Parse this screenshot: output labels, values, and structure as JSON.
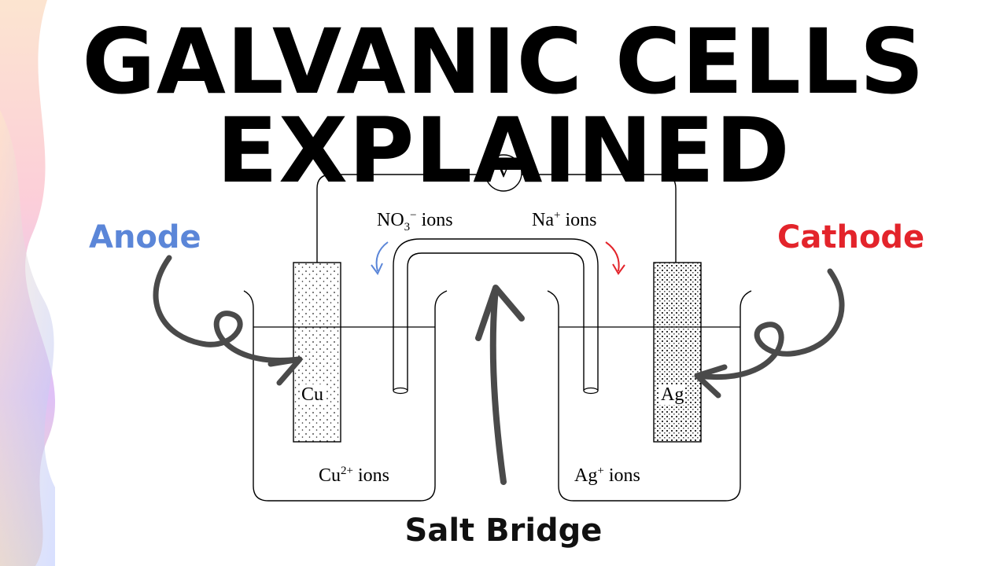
{
  "title": {
    "line1": "GALVANIC CELLS",
    "line2": "EXPLAINED"
  },
  "labels": {
    "anode": "Anode",
    "cathode": "Cathode",
    "salt_bridge": "Salt Bridge",
    "voltmeter": "V"
  },
  "electrodes": {
    "left_metal": "Cu",
    "right_metal": "Ag"
  },
  "ions": {
    "nitrate": {
      "base": "NO",
      "sub": "3",
      "sup": "−",
      "suffix": " ions"
    },
    "sodium": {
      "base": "Na",
      "sup": "+",
      "suffix": " ions"
    },
    "copper": {
      "base": "Cu",
      "sup": "2+",
      "suffix": " ions"
    },
    "silver": {
      "base": "Ag",
      "sup": "+",
      "suffix": " ions"
    }
  },
  "colors": {
    "anode": "#5b86d8",
    "cathode": "#e3242b",
    "arrow": "#4a4a4a",
    "nitrate_arrow": "#5b86d8",
    "sodium_arrow": "#e3242b"
  }
}
